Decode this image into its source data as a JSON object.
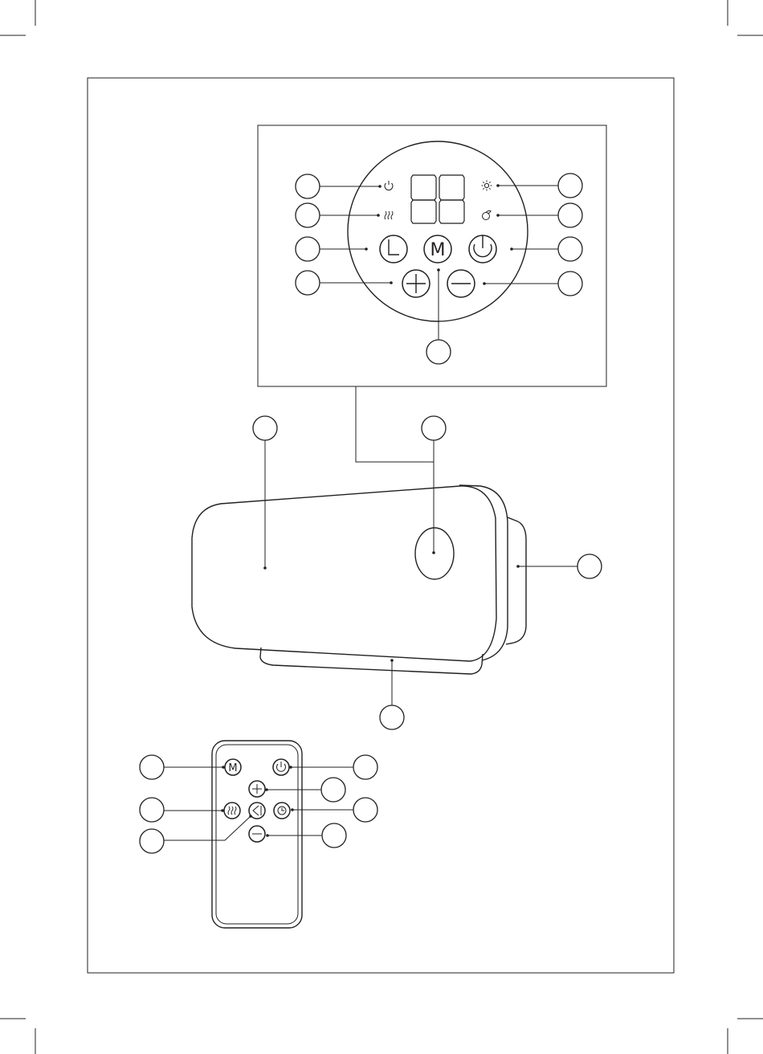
{
  "display": {
    "digits": "88"
  },
  "panel_buttons": {
    "timer_icon": "clock-icon",
    "mode_label": "M",
    "power_icon": "power-icon",
    "plus_icon": "plus-icon",
    "minus_icon": "minus-icon"
  },
  "indicators": {
    "standby": "power-icon",
    "heat": "heat-waves-icon",
    "brightness": "sun-icon",
    "eco": "eco-icon"
  },
  "remote_buttons": {
    "mode_label": "M",
    "power_icon": "power-icon",
    "plus_icon": "plus-icon",
    "heat_icon": "heat-waves-icon",
    "swing_icon": "oscillation-icon",
    "timer_icon": "timer-icon",
    "minus_icon": "minus-icon"
  },
  "colors": {
    "line": "#231f20",
    "background": "#ffffff"
  }
}
